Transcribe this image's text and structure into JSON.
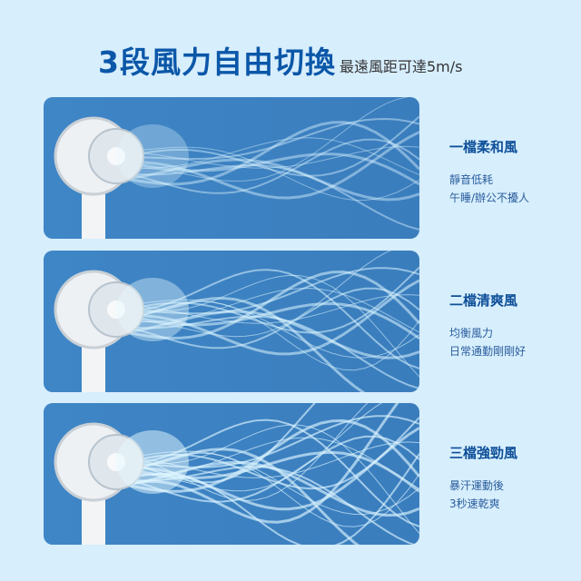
{
  "header": {
    "title": "3段風力自由切換",
    "subtitle": "最遠風距可達5m/s"
  },
  "modes": [
    {
      "name": "一檔柔和風",
      "lines": [
        "靜音低耗",
        "午睡/辦公不擾人"
      ],
      "intensity": 1
    },
    {
      "name": "二檔清爽風",
      "lines": [
        "均衡風力",
        "日常通勤剛剛好"
      ],
      "intensity": 2
    },
    {
      "name": "三檔強勁風",
      "lines": [
        "暴汗運動後",
        "3秒速乾爽"
      ],
      "intensity": 3
    }
  ],
  "colors": {
    "accent": "#0b57a8",
    "panel": "#3d82c3",
    "background": "#d7eefd"
  }
}
